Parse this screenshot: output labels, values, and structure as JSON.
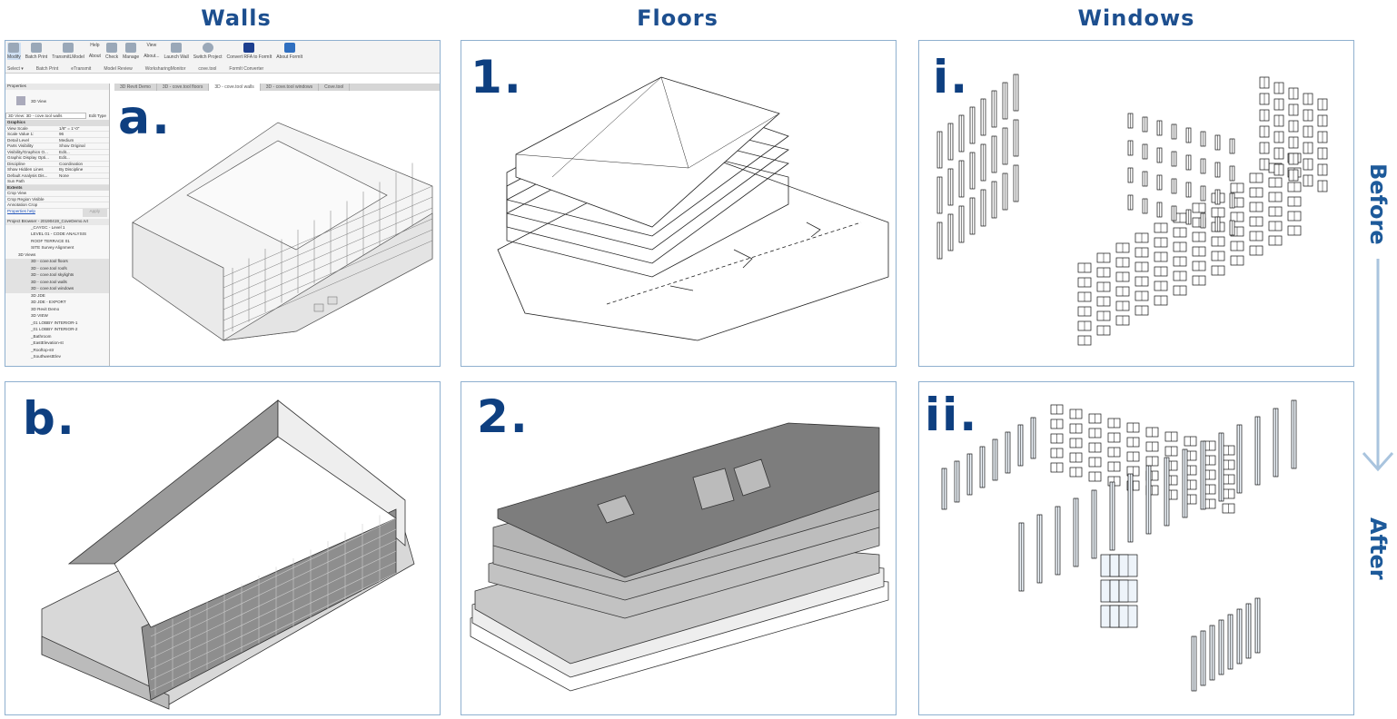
{
  "columns": {
    "walls": "Walls",
    "floors": "Floors",
    "windows": "Windows"
  },
  "labels": {
    "a": "a.",
    "b": "b.",
    "one": "1.",
    "two": "2.",
    "i": "i.",
    "ii": "ii."
  },
  "side": {
    "before": "Before",
    "after": "After"
  },
  "colors": {
    "title": "#1d4f8f",
    "label": "#0e3f80",
    "arrow": "#a9c4de",
    "panel_border": "#8fb0cf"
  },
  "revit": {
    "ribbon_buttons": [
      "Modify",
      "Batch Print",
      "TransmitLModel",
      "Help",
      "About",
      "Check",
      "Manage",
      "About...",
      "View",
      "Launch Wall",
      "Switch Project",
      "Convert RFA to FormIt",
      "About FormIt"
    ],
    "ribbon_groups": [
      "Select ▾",
      "Batch Print",
      "eTransmit",
      "Model Review",
      "WorksharingMonitor",
      "cove.tool",
      "FormIt Converter"
    ],
    "tabs": [
      "3D Revit Demo",
      "3D - cove.tool floors",
      "3D - cove.tool walls",
      "3D - cove.tool windows",
      "Cove.tool"
    ],
    "properties": {
      "title": "Properties",
      "type": "3D View",
      "selector": "3D View: 3D - cove.tool walls",
      "edit_type": "Edit Type",
      "section_graphics": "Graphics",
      "rows": [
        [
          "View Scale",
          "1/8\" = 1'-0\""
        ],
        [
          "Scale Value 1:",
          "96"
        ],
        [
          "Detail Level",
          "Medium"
        ],
        [
          "Parts Visibility",
          "Show Original"
        ],
        [
          "Visibility/Graphics O...",
          "Edit..."
        ],
        [
          "Graphic Display Opti...",
          "Edit..."
        ],
        [
          "Discipline",
          "Coordination"
        ],
        [
          "Show Hidden Lines",
          "By Discipline"
        ],
        [
          "Default Analysis Dis...",
          "None"
        ],
        [
          "Sun Path",
          ""
        ]
      ],
      "section_extents": "Extents",
      "extents_rows": [
        [
          "Crop View",
          ""
        ],
        [
          "Crop Region Visible",
          ""
        ],
        [
          "Annotation Crop",
          ""
        ]
      ],
      "help": "Properties help",
      "apply": "Apply"
    },
    "browser": {
      "title": "Project Browser - 20190419_CoveDemo.rvt",
      "items": [
        "_CAYGC - Level 1",
        "LEVEL 01 - CODE ANALYSIS",
        "ROOF TERRACE 01",
        "SITE Survey Alignment",
        "3D Views",
        "3D - cove.tool floors",
        "3D - cove.tool roofs",
        "3D - cove.tool skylights",
        "3D - cove.tool walls",
        "3D - cove.tool windows",
        "3D JDE",
        "3D JDE - EXPORT",
        "3D Revit Demo",
        "3D VIEW",
        "_01 LOBBY INTERIOR-1",
        "_01 LOBBY INTERIOR-2",
        "_Bathroom",
        "_EastElevation-st",
        "_Rooftop-str",
        "_SouthwestElev"
      ]
    }
  }
}
